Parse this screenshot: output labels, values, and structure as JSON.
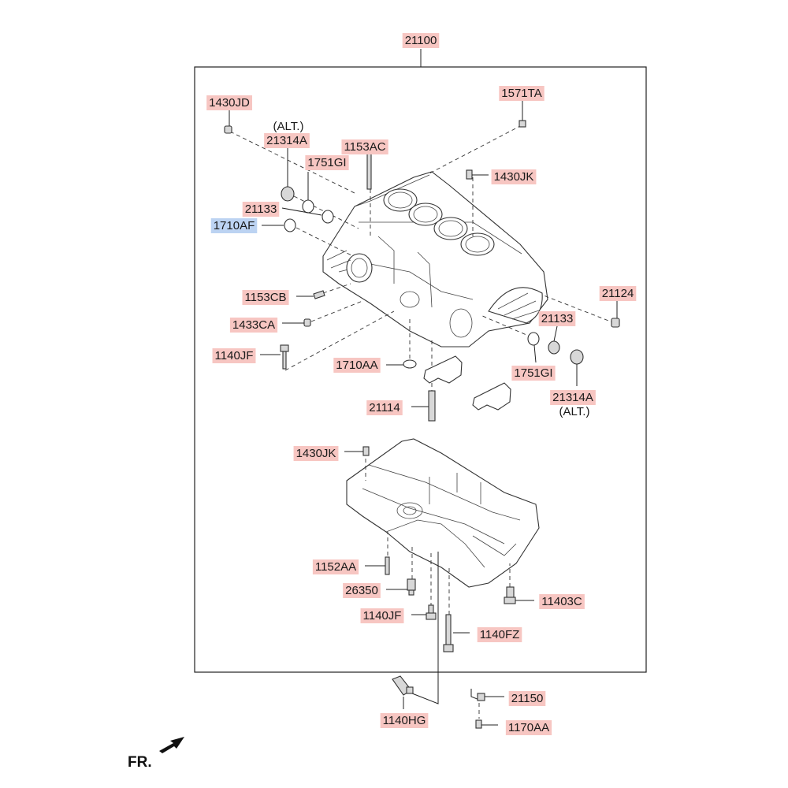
{
  "diagram": {
    "assembly_label": "21100",
    "front_marker": "FR.",
    "part_labels": [
      {
        "text": "1430JD",
        "highlight": "pink"
      },
      {
        "text": "1571TA",
        "highlight": "pink"
      },
      {
        "text": "21314A",
        "highlight": "pink",
        "note": "(ALT.)"
      },
      {
        "text": "1153AC",
        "highlight": "pink"
      },
      {
        "text": "1751GI",
        "highlight": "pink"
      },
      {
        "text": "1430JK",
        "highlight": "pink"
      },
      {
        "text": "21133",
        "highlight": "pink"
      },
      {
        "text": "1710AF",
        "highlight": "blue"
      },
      {
        "text": "1153CB",
        "highlight": "pink"
      },
      {
        "text": "21124",
        "highlight": "pink"
      },
      {
        "text": "1433CA",
        "highlight": "pink"
      },
      {
        "text": "21133",
        "highlight": "pink"
      },
      {
        "text": "1140JF",
        "highlight": "pink"
      },
      {
        "text": "1710AA",
        "highlight": "pink"
      },
      {
        "text": "1751GI",
        "highlight": "pink"
      },
      {
        "text": "21314A",
        "highlight": "pink",
        "note": "(ALT.)"
      },
      {
        "text": "21114",
        "highlight": "pink"
      },
      {
        "text": "1430JK",
        "highlight": "pink"
      },
      {
        "text": "1152AA",
        "highlight": "pink"
      },
      {
        "text": "26350",
        "highlight": "pink"
      },
      {
        "text": "11403C",
        "highlight": "pink"
      },
      {
        "text": "1140JF",
        "highlight": "pink"
      },
      {
        "text": "1140FZ",
        "highlight": "pink"
      },
      {
        "text": "21150",
        "highlight": "pink"
      },
      {
        "text": "1140HG",
        "highlight": "pink"
      },
      {
        "text": "1170AA",
        "highlight": "pink"
      }
    ]
  }
}
